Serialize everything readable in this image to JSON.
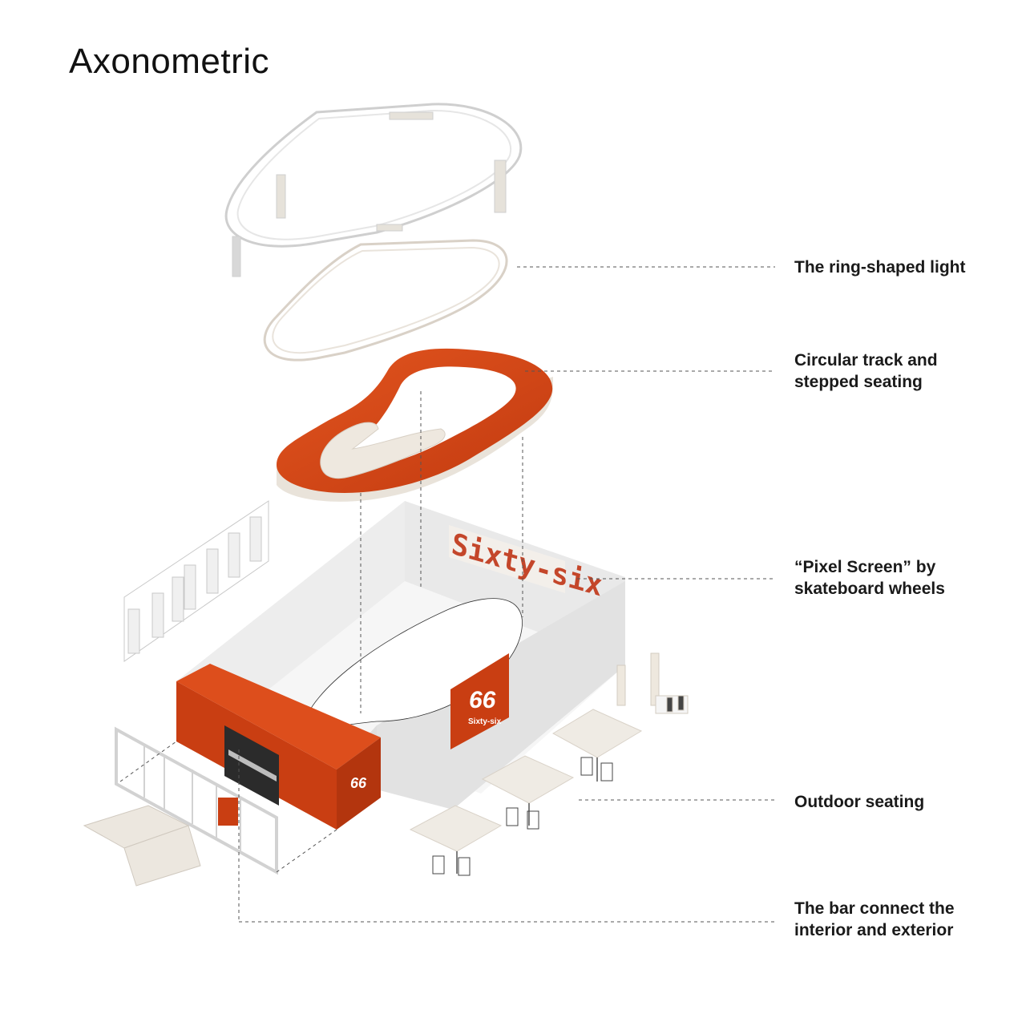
{
  "title": "Axonometric",
  "labels": {
    "ring_light": [
      "The ring-shaped light"
    ],
    "track": [
      "Circular track and",
      "stepped seating"
    ],
    "pixel_screen": [
      "“Pixel Screen” by",
      "skateboard wheels"
    ],
    "outdoor": [
      "Outdoor seating"
    ],
    "bar": [
      "The bar  connect the",
      "interior and exterior"
    ]
  },
  "brand": {
    "wall_text": "Sixty-six",
    "logo_numeral": "66",
    "logo_text": "Sixty-six"
  },
  "colors": {
    "accent": "#C93E12",
    "accent_light": "#DD4E1C",
    "cream": "#EEEAE3",
    "gray_wall": "#DCDCDC",
    "leader": "#555555",
    "text": "#1a1a1a"
  }
}
